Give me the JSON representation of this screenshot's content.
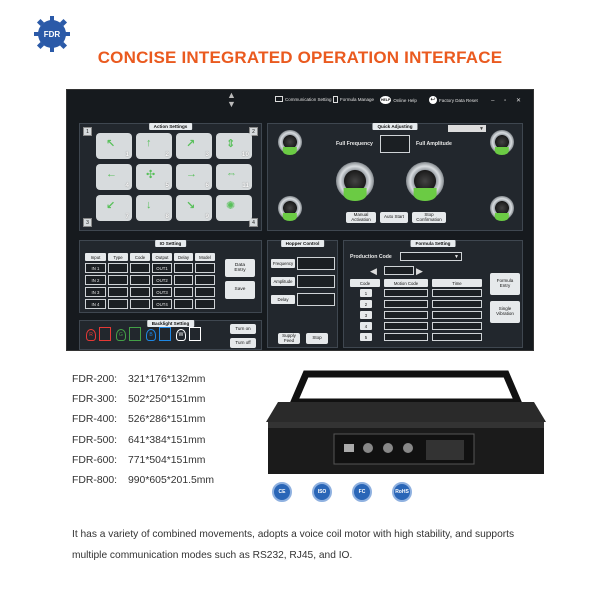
{
  "logo": {
    "text": "FDR"
  },
  "headline": "CONCISE INTEGRATED OPERATION INTERFACE",
  "hmi": {
    "nav": {
      "comm": "Communication Setting",
      "formula": "Formula Manage",
      "help_badge": "HELP",
      "help": "Online Help",
      "reset": "Factory Data Reset",
      "winctl": "– ▫ ✕"
    },
    "action": {
      "title": "Action Settings",
      "corners": [
        "1",
        "2",
        "3",
        "4"
      ],
      "pads": [
        {
          "num": "1",
          "arrow": "↖"
        },
        {
          "num": "2",
          "arrow": "↑"
        },
        {
          "num": "3",
          "arrow": "↗"
        },
        {
          "num": "10",
          "arrow": "⇕"
        },
        {
          "num": "4",
          "arrow": "←"
        },
        {
          "num": "5",
          "arrow": "✣"
        },
        {
          "num": "6",
          "arrow": "→"
        },
        {
          "num": "11",
          "arrow": "⇔"
        },
        {
          "num": "7",
          "arrow": "↙"
        },
        {
          "num": "8",
          "arrow": "↓"
        },
        {
          "num": "9",
          "arrow": "↘"
        },
        {
          "num": "",
          "arrow": "✺"
        }
      ]
    },
    "quick": {
      "title": "Quick Adjusting",
      "freq": "Full Frequency",
      "amp": "Full Amplitude",
      "manual": "Manual\nActivation",
      "auto": "Auto Start",
      "stop": "Stop\nConfirmation"
    },
    "io": {
      "title": "IO Setting",
      "headers": [
        "Input",
        "Type",
        "Code",
        "Output",
        "Delay",
        "Model"
      ],
      "inputs": [
        "IN 1",
        "IN 2",
        "IN 3",
        "IN 4"
      ],
      "outputs": [
        "OUT1",
        "OUT2",
        "OUT3",
        "OUT4"
      ],
      "data_entry": "Data\nEntry",
      "save": "Save"
    },
    "backlight": {
      "title": "Backlight Setting",
      "letters": [
        "R",
        "G",
        "B",
        "W"
      ],
      "turn_on": "Turn on",
      "turn_off": "Turn off"
    },
    "hopper": {
      "title": "Hopper Control",
      "frequency": "Frequency",
      "amplitude": "Amplitude",
      "delay": "Delay",
      "supply": "Supply\nFeed",
      "stop": "Stop"
    },
    "formula": {
      "title": "Formula Setting",
      "production": "Production Code",
      "headers": [
        "Code",
        "Motion Code",
        "Time"
      ],
      "codes": [
        "1",
        "2",
        "3",
        "4",
        "5"
      ],
      "formula_entry": "Formula\nEntry",
      "single": "Single\nVibration"
    }
  },
  "specs": [
    {
      "model": "FDR-200:",
      "dims": "321*176*132mm"
    },
    {
      "model": "FDR-300:",
      "dims": "502*250*151mm"
    },
    {
      "model": "FDR-400:",
      "dims": "526*286*151mm"
    },
    {
      "model": "FDR-500:",
      "dims": "641*384*151mm"
    },
    {
      "model": "FDR-600:",
      "dims": "771*504*151mm"
    },
    {
      "model": "FDR-800:",
      "dims": "990*605*201.5mm"
    }
  ],
  "certs": [
    "CE",
    "ISO",
    "FC",
    "RoHS"
  ],
  "description": "It has a variety of combined movements, adopts a voice coil motor with high stability, and supports multiple communication modes such as RS232, RJ45, and IO.",
  "colors": {
    "accent": "#ea5a1f",
    "green": "#58c05a",
    "screen": "#161a1e"
  }
}
